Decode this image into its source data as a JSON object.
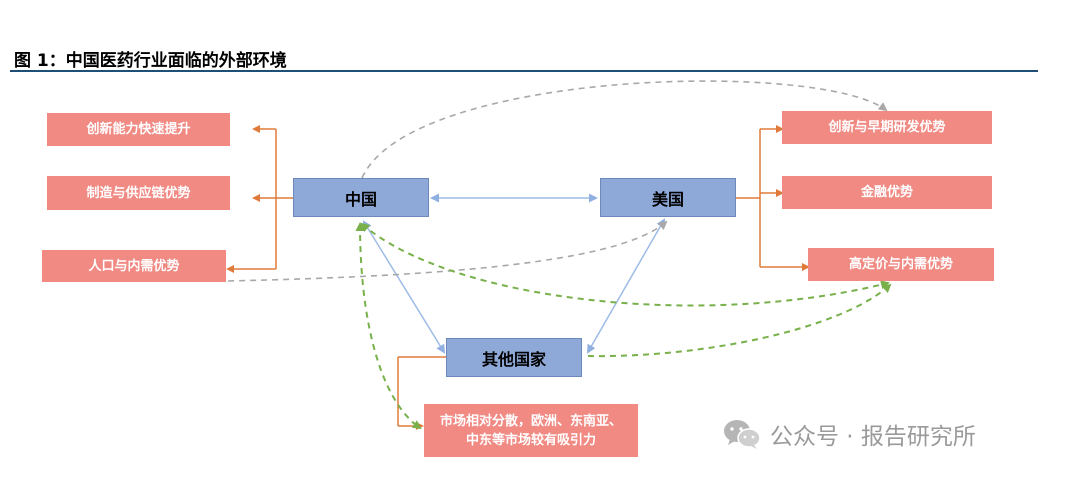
{
  "figure": {
    "title": "图 1：中国医药行业面临的外部环境"
  },
  "countries": {
    "china": "中国",
    "usa": "美国",
    "others": "其他国家"
  },
  "china_advantages": [
    "创新能力快速提升",
    "制造与供应链优势",
    "人口与内需优势"
  ],
  "usa_advantages": [
    "创新与早期研发优势",
    "金融优势",
    "高定价与内需优势"
  ],
  "others_advantage": "市场相对分散，欧洲、东南亚、中东等市场较有吸引力",
  "colors": {
    "advantage_fill": "#f08a83",
    "country_fill": "#8ea9d8",
    "bracket": "#e07a3a",
    "blue_arrow": "#9dbbe6",
    "green_dashed": "#78b04a",
    "gray_dashed": "#a8a8a8",
    "title_rule": "#1f4e79"
  },
  "watermark": {
    "icon": "wechat-icon",
    "text": "公众号 · 报告研究所"
  }
}
